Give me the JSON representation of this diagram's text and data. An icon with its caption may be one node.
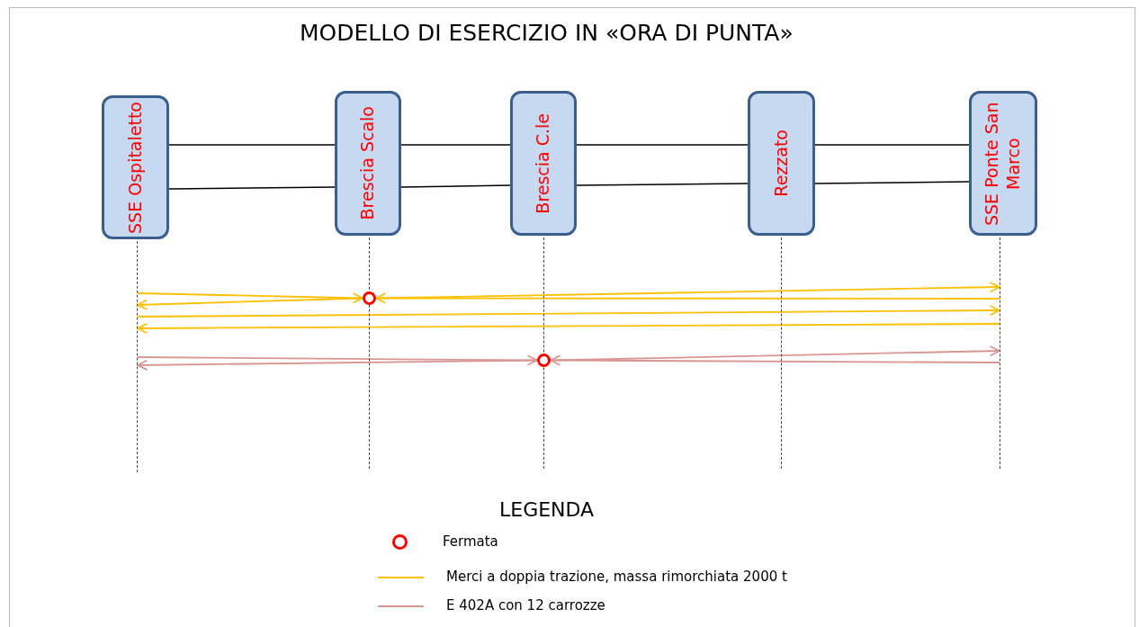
{
  "diagram": {
    "title": "MODELLO DI ESERCIZIO IN «ORA DI PUNTA»",
    "nodes": [
      {
        "text": [
          "SSE Ospitaletto"
        ]
      },
      {
        "text": [
          "Brescia Scalo"
        ]
      },
      {
        "text": [
          "Brescia C.le"
        ]
      },
      {
        "text": [
          "Rezzato"
        ]
      },
      {
        "text": [
          "SSE Ponte San Marco"
        ]
      },
      {
        "text": [],
        "shape": "line"
      },
      {
        "text": [],
        "shape": "line"
      },
      {
        "text": [],
        "shape": "line"
      },
      {
        "text": [],
        "shape": "line"
      },
      {
        "text": [],
        "shape": "line"
      },
      {
        "text": [],
        "shape": "circle"
      },
      {
        "text": [],
        "shape": "circle"
      }
    ],
    "edges": [
      {
        "from": 0,
        "to": 1,
        "arrow": "none"
      },
      {
        "from": 1,
        "to": 2,
        "arrow": "none"
      },
      {
        "from": 2,
        "to": 3,
        "arrow": "none"
      },
      {
        "from": 3,
        "to": 4,
        "arrow": "none"
      },
      {
        "from": 0,
        "to": 1,
        "arrow": "none"
      },
      {
        "from": 1,
        "to": 2,
        "arrow": "none"
      },
      {
        "from": 2,
        "to": 3,
        "arrow": "none"
      },
      {
        "from": 3,
        "to": 4,
        "arrow": "none"
      },
      {
        "from": 5,
        "to": 10,
        "arrow": "to",
        "color": "#ffc000"
      },
      {
        "from": 10,
        "to": 9,
        "arrow": "to",
        "color": "#ffc000"
      },
      {
        "from": 9,
        "to": 10,
        "arrow": "to",
        "color": "#ffc000"
      },
      {
        "from": 10,
        "to": 5,
        "arrow": "to",
        "color": "#ffc000"
      },
      {
        "from": 5,
        "to": 9,
        "arrow": "to",
        "color": "#ffc000"
      },
      {
        "from": 9,
        "to": 5,
        "arrow": "to",
        "color": "#ffc000"
      },
      {
        "from": 5,
        "to": 11,
        "arrow": "to",
        "color": "#d99694"
      },
      {
        "from": 11,
        "to": 9,
        "arrow": "to",
        "color": "#d99694"
      },
      {
        "from": 9,
        "to": 11,
        "arrow": "to",
        "color": "#d99694"
      },
      {
        "from": 11,
        "to": 5,
        "arrow": "to",
        "color": "#d99694"
      }
    ],
    "labels": [
      "LEGENDA"
    ],
    "legend": [
      {
        "text": "Fermata"
      },
      {
        "text": "Merci a doppia trazione, massa rimorchiata 2000 t"
      },
      {
        "text": "E 402A con 12 carrozze"
      }
    ]
  }
}
